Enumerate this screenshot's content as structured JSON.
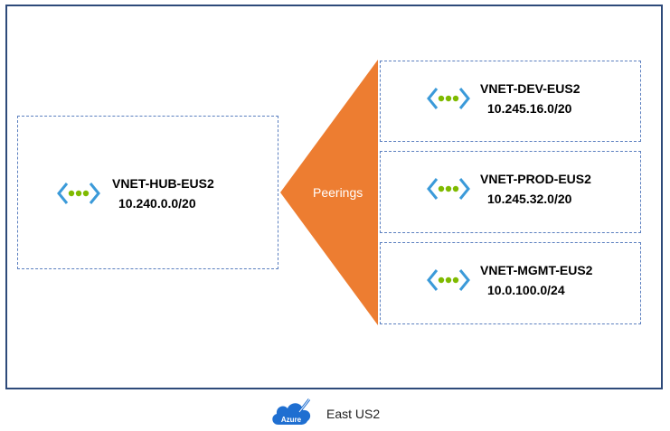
{
  "hub": {
    "name": "VNET-HUB-EUS2",
    "cidr": "10.240.0.0/20"
  },
  "spokes": [
    {
      "name": "VNET-DEV-EUS2",
      "cidr": "10.245.16.0/20"
    },
    {
      "name": "VNET-PROD-EUS2",
      "cidr": "10.245.32.0/20"
    },
    {
      "name": "VNET-MGMT-EUS2",
      "cidr": "10.0.100.0/24"
    }
  ],
  "peering": {
    "label": "Peerings"
  },
  "region": {
    "label": "East US2",
    "badge": "Azure"
  },
  "colors": {
    "region_border": "#2e4a7a",
    "vnet_border": "#5b7fbf",
    "peering_fill": "#ed7d31",
    "vnet_icon_bracket": "#3b9ad9",
    "vnet_icon_dots": "#7fba00",
    "azure_cloud": "#1f6fd1"
  },
  "icons": {
    "vnet": "virtual-network-icon",
    "region": "azure-cloud-icon"
  }
}
